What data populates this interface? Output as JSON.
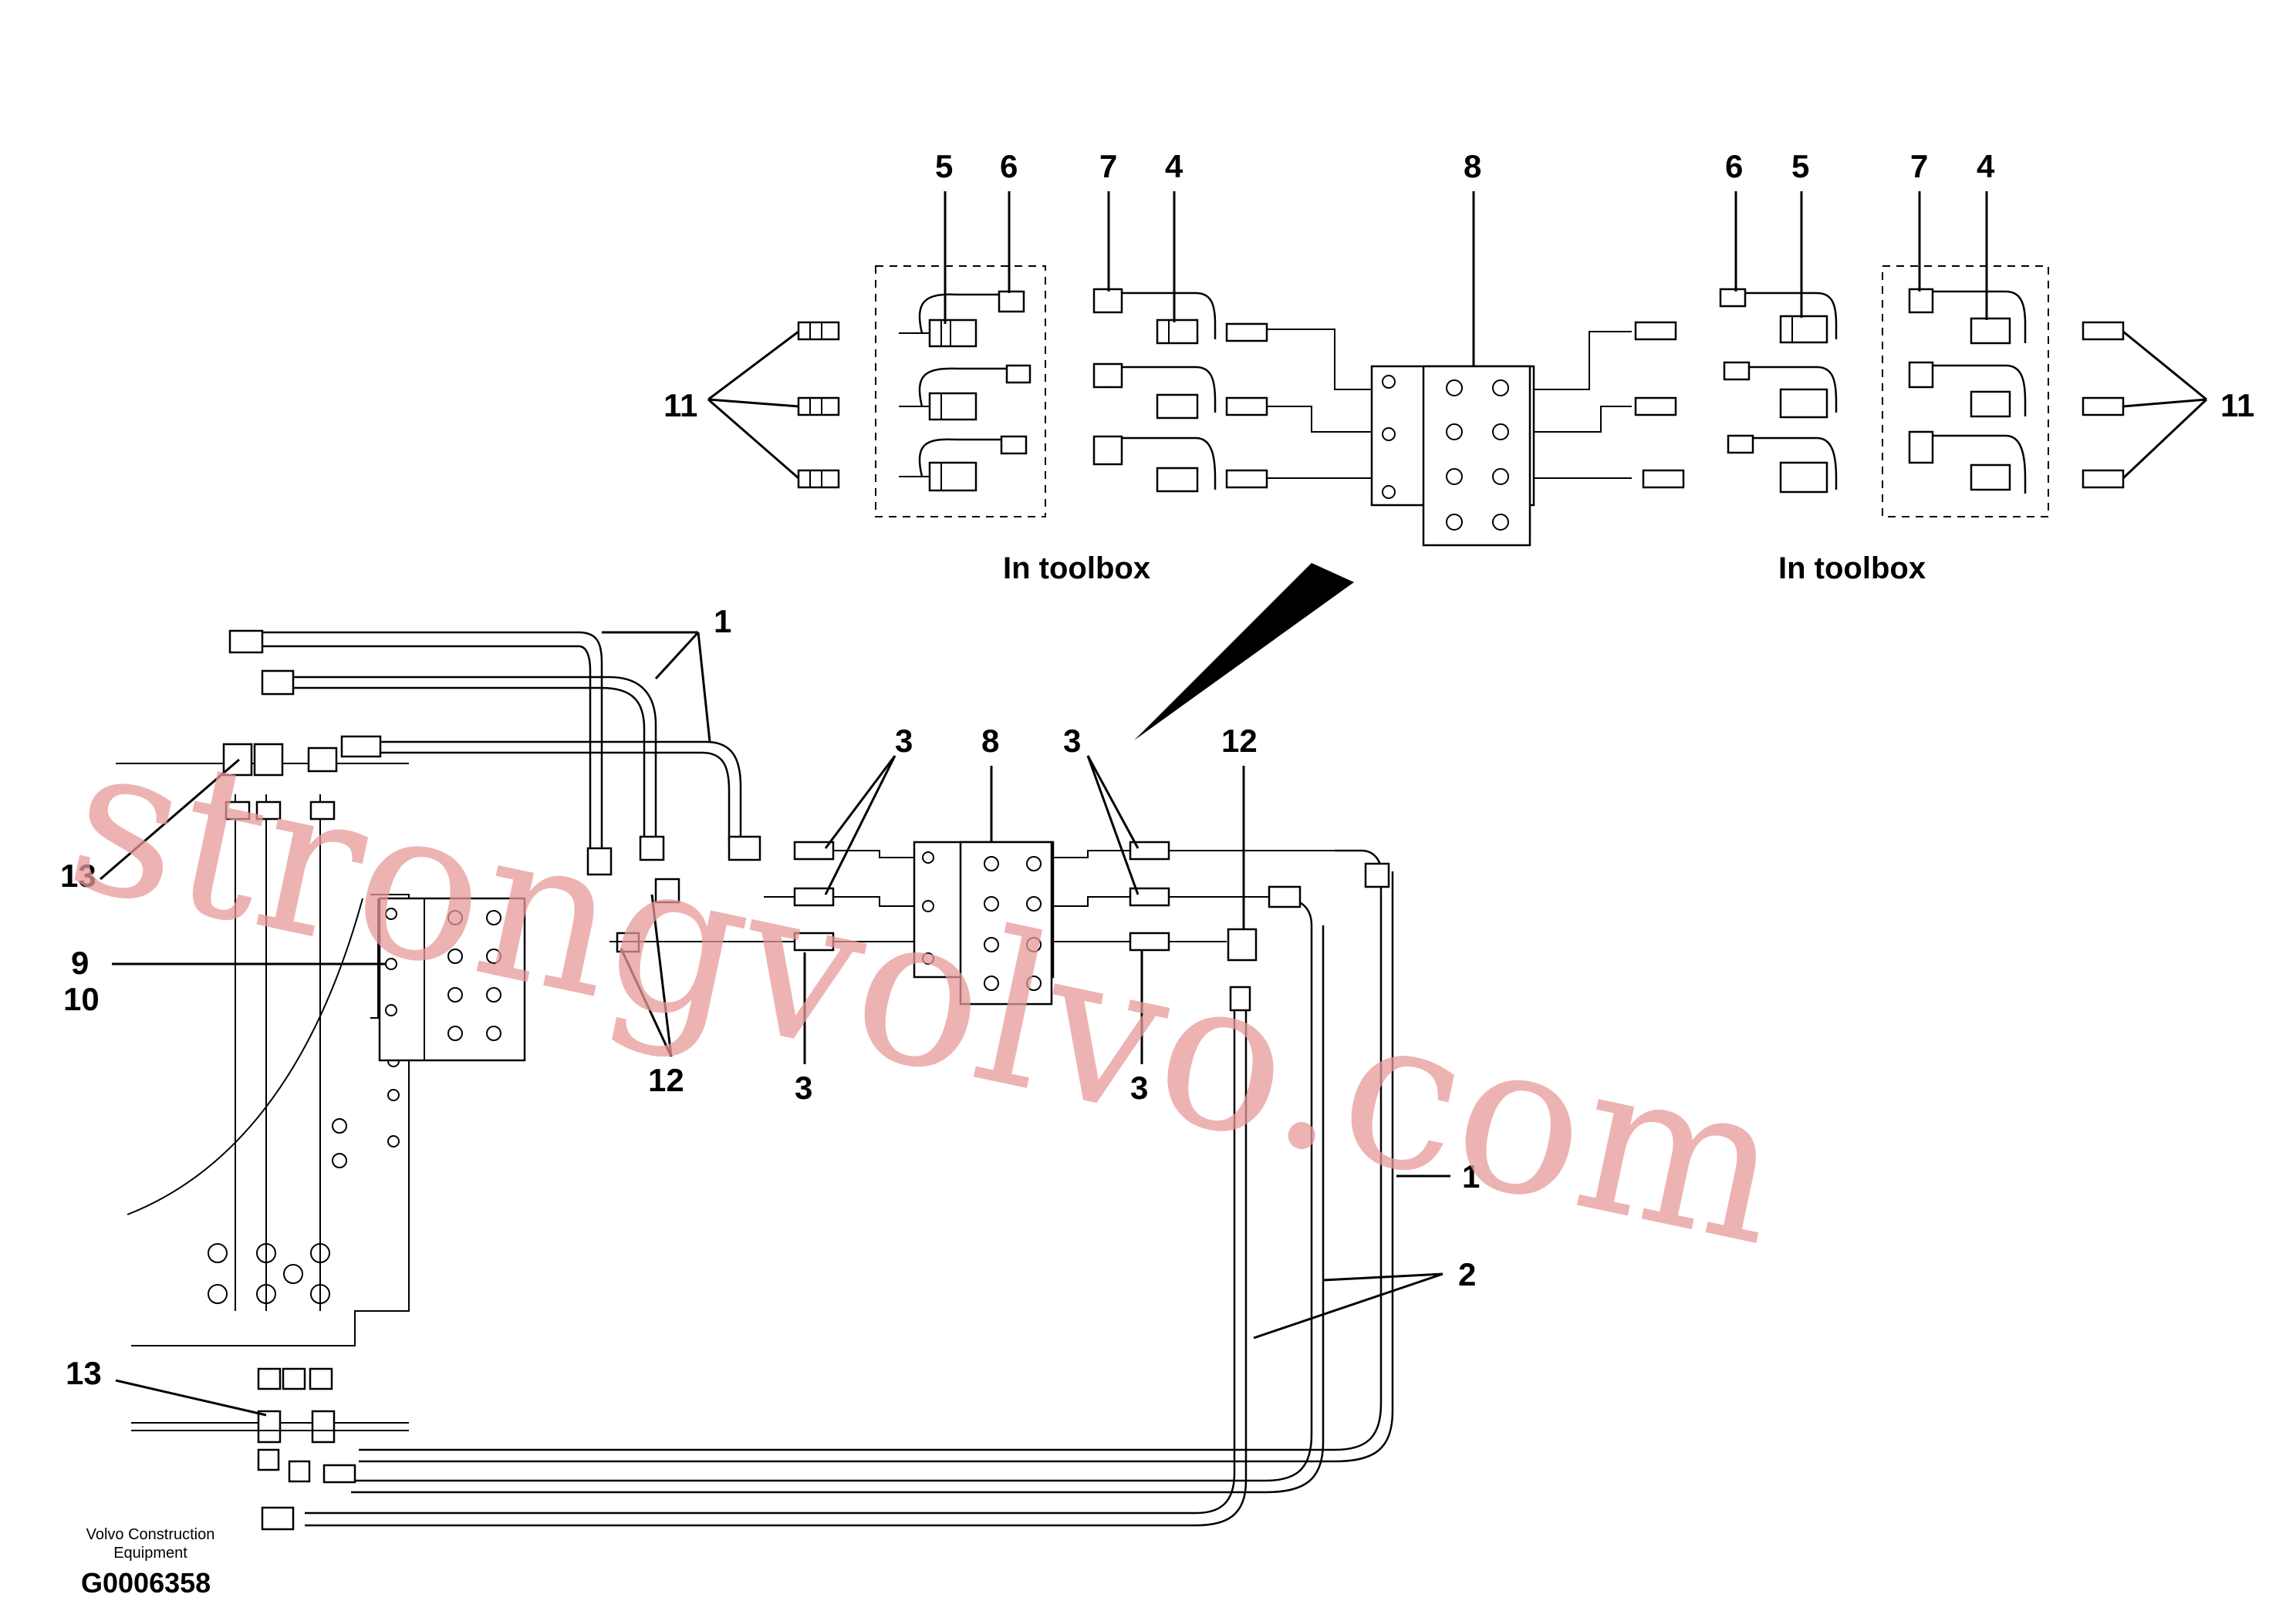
{
  "labels": {
    "l1": "1",
    "l2": "2",
    "l3": "3",
    "l4": "4",
    "l5": "5",
    "l6": "6",
    "l7": "7",
    "l8": "8",
    "l9": "9",
    "l10": "10",
    "l11": "11",
    "l12": "12",
    "l13": "13"
  },
  "captions": {
    "toolbox_left": "In toolbox",
    "toolbox_right": "In toolbox"
  },
  "footer": {
    "company_line1": "Volvo Construction",
    "company_line2": "Equipment",
    "drawing_id": "G0006358"
  },
  "watermark": "strongvolvo.com"
}
